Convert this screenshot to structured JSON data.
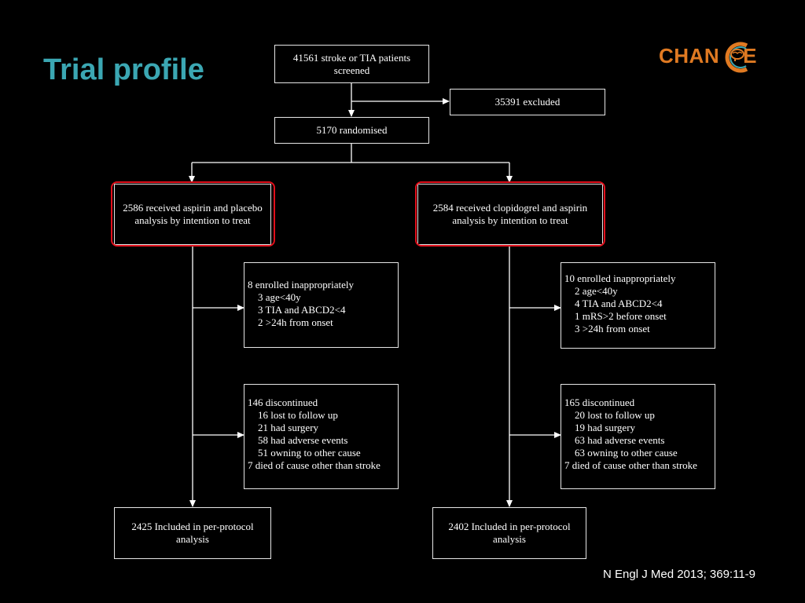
{
  "title": "Trial profile",
  "logo": {
    "text_left": "CHAN",
    "text_right": "E"
  },
  "reference": "N Engl J Med 2013; 369:11-9",
  "nodes": {
    "screened": "41561 stroke or TIA patients screened",
    "excluded": "35391 excluded",
    "randomised": "5170 randomised",
    "aspirin_arm": "2586 received aspirin and placebo analysis by intention to treat",
    "clopidogrel_arm": "2584 received clopidogrel and aspirin analysis by intention to treat",
    "left_pp": "2425 Included in per-protocol analysis",
    "right_pp": "2402 Included in per-protocol analysis"
  },
  "left_inappropriate": {
    "header": "8 enrolled inappropriately",
    "items": [
      "3 age<40y",
      "3 TIA and ABCD2<4",
      "2 >24h from onset"
    ]
  },
  "left_discontinued": {
    "header": "146 discontinued",
    "items": [
      "16 lost to follow up",
      "21 had surgery",
      "58  had adverse events",
      "51  owning to other cause"
    ],
    "footer": "7 died of cause other than stroke"
  },
  "right_inappropriate": {
    "header": "10 enrolled inappropriately",
    "items": [
      "2 age<40y",
      "4 TIA and ABCD2<4",
      "1 mRS>2 before onset",
      "3 >24h from onset"
    ]
  },
  "right_discontinued": {
    "header": "165 discontinued",
    "items": [
      "20 lost to follow up",
      "19 had surgery",
      "63  had adverse events",
      "63  owning to other cause"
    ],
    "footer": "7 died of cause other than stroke"
  },
  "colors": {
    "title": "#3ba7b3",
    "highlight": "#e10f1b",
    "logo": "#e07a22",
    "logo_c": "#3ba7b3"
  }
}
